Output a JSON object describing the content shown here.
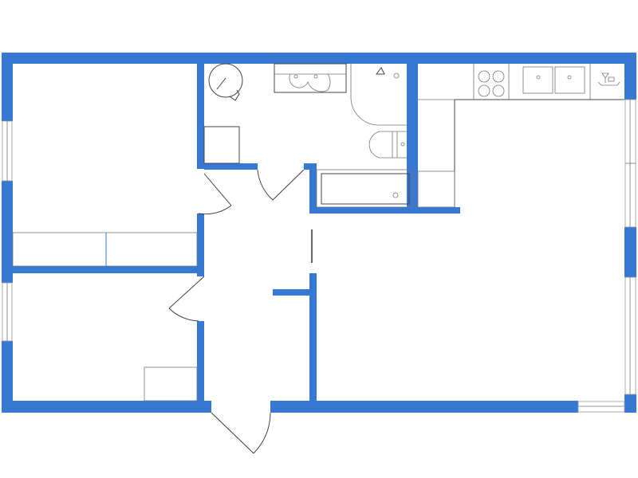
{
  "diagram": {
    "type": "floor-plan",
    "colors": {
      "wall": "#3778d2",
      "fixture_line": "#444444",
      "background": "#ffffff"
    },
    "rooms": [
      "bedroom-1",
      "bedroom-2",
      "bathroom",
      "hallway",
      "kitchen",
      "living-room"
    ],
    "fixtures": [
      "washing-machine",
      "double-sink",
      "shower",
      "toilet",
      "bathtub",
      "cabinet",
      "stove",
      "kitchen-sink",
      "faucet",
      "wardrobe",
      "kitchen-cabinet"
    ]
  }
}
